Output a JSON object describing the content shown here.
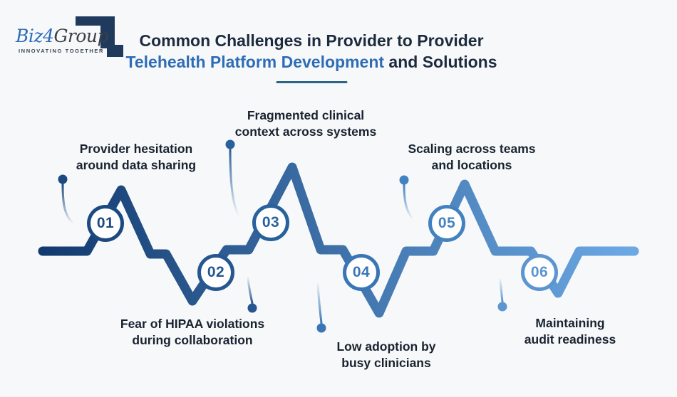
{
  "logo": {
    "brand_biz": "Biz",
    "brand_four": "4",
    "brand_group": "Group",
    "tagline": "INNOVATING TOGETHER"
  },
  "title": {
    "line1": "Common Challenges in Provider to Provider",
    "line2_highlight": "Telehealth Platform Development",
    "line2_rest": " and Solutions"
  },
  "palette": {
    "background": "#f7f8fa",
    "title_dark": "#1c2b3d",
    "title_blue": "#2e6db6",
    "divider": "#2d6484",
    "wave_gradient_start": "#123a6e",
    "wave_gradient_end": "#6ca9e4",
    "label_text": "#192330",
    "logo_navy": "#203a5e",
    "logo_blue": "#2e6cb8"
  },
  "steps": [
    {
      "number": "01",
      "label_line1": "Provider hesitation",
      "label_line2": "around data sharing",
      "position": "above",
      "accent": "#1c4a80"
    },
    {
      "number": "02",
      "label_line1": "Fear of HIPAA violations",
      "label_line2": "during collaboration",
      "position": "below",
      "accent": "#25568f"
    },
    {
      "number": "03",
      "label_line1": "Fragmented clinical",
      "label_line2": "context across systems",
      "position": "above",
      "accent": "#29619c"
    },
    {
      "number": "04",
      "label_line1": "Low adoption by",
      "label_line2": "busy clinicians",
      "position": "below",
      "accent": "#3a76b5"
    },
    {
      "number": "05",
      "label_line1": "Scaling across teams",
      "label_line2": "and locations",
      "position": "above",
      "accent": "#4382c0"
    },
    {
      "number": "06",
      "label_line1": "Maintaining",
      "label_line2": "audit readiness",
      "position": "below",
      "accent": "#5c95cf"
    }
  ]
}
